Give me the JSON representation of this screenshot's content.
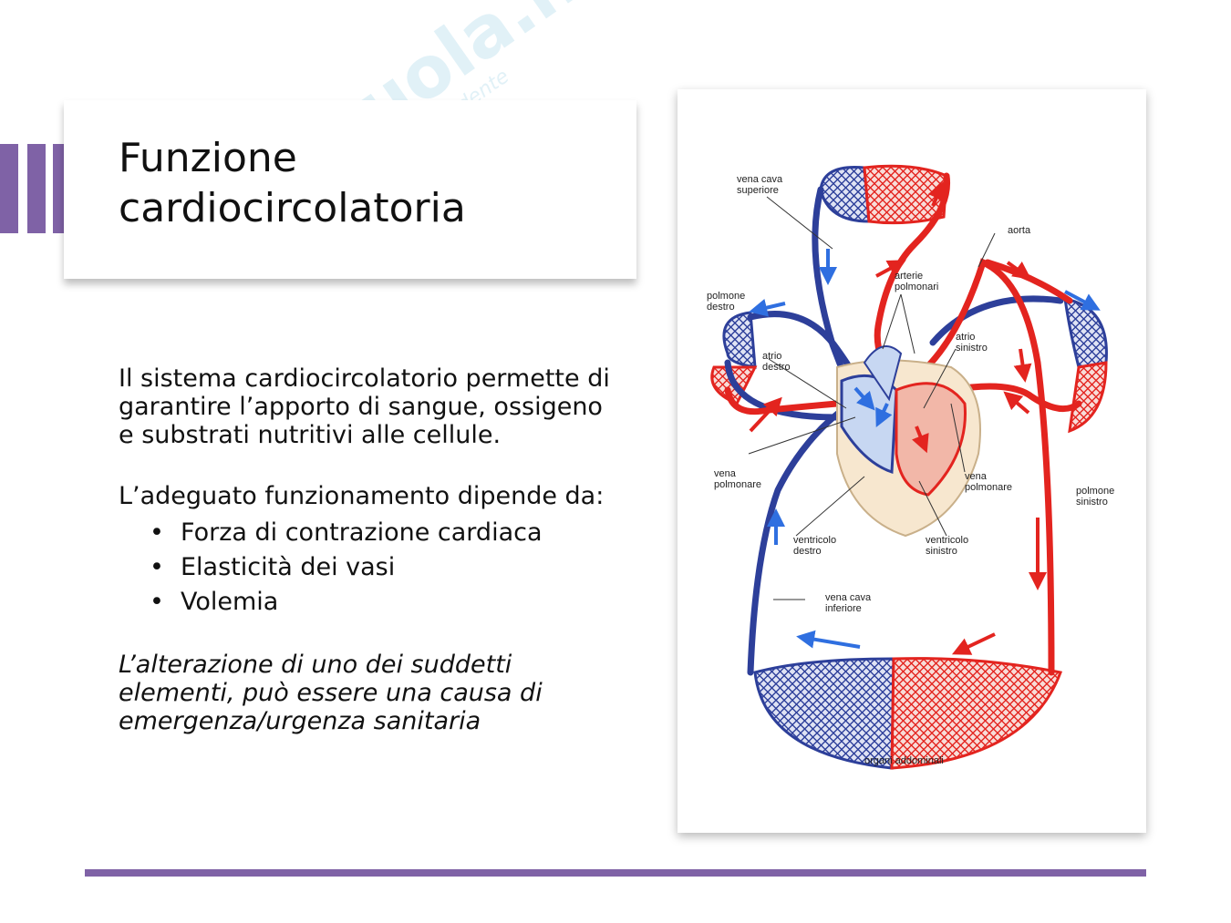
{
  "title": "Funzione cardiocircolatoria",
  "watermark": {
    "text": "Skuola.net",
    "subtext": "il portale dello studente"
  },
  "body": {
    "paragraph1": "Il sistema cardiocircolatorio permette di garantire l’apporto di sangue, ossigeno e substrati nutritivi alle cellule.",
    "paragraph2": "L’adeguato funzionamento dipende da:",
    "bullets": [
      "Forza di contrazione cardiaca",
      "Elasticità dei vasi",
      "Volemia"
    ],
    "note": "L’alterazione di uno dei suddetti elementi, può essere una causa di emergenza/urgenza sanitaria"
  },
  "diagram": {
    "labels": {
      "vena_cava_superiore": [
        "vena cava",
        "superiore"
      ],
      "aorta": [
        "aorta"
      ],
      "arterie_polmonari": [
        "arterie",
        "polmonari"
      ],
      "polmone_destro": [
        "polmone",
        "destro"
      ],
      "atrio_destro": [
        "atrio",
        "destro"
      ],
      "atrio_sinistro": [
        "atrio",
        "sinistro"
      ],
      "vena_polmonare_sx": [
        "vena",
        "polmonare"
      ],
      "vena_polmonare_dx": [
        "vena",
        "polmonare"
      ],
      "polmone_sinistro": [
        "polmone",
        "sinistro"
      ],
      "ventricolo_destro": [
        "ventricolo",
        "destro"
      ],
      "ventricolo_sinistro": [
        "ventricolo",
        "sinistro"
      ],
      "vena_cava_inferiore": [
        "vena cava",
        "inferiore"
      ],
      "organi_addominali": [
        "organi addominali"
      ]
    },
    "colors": {
      "arterial": "#e3241f",
      "venous": "#2d3f9a",
      "arrow_venous": "#2f6fe0",
      "heart_fill": "#f7e7cf"
    }
  },
  "colors": {
    "accent": "#7f62a6"
  }
}
